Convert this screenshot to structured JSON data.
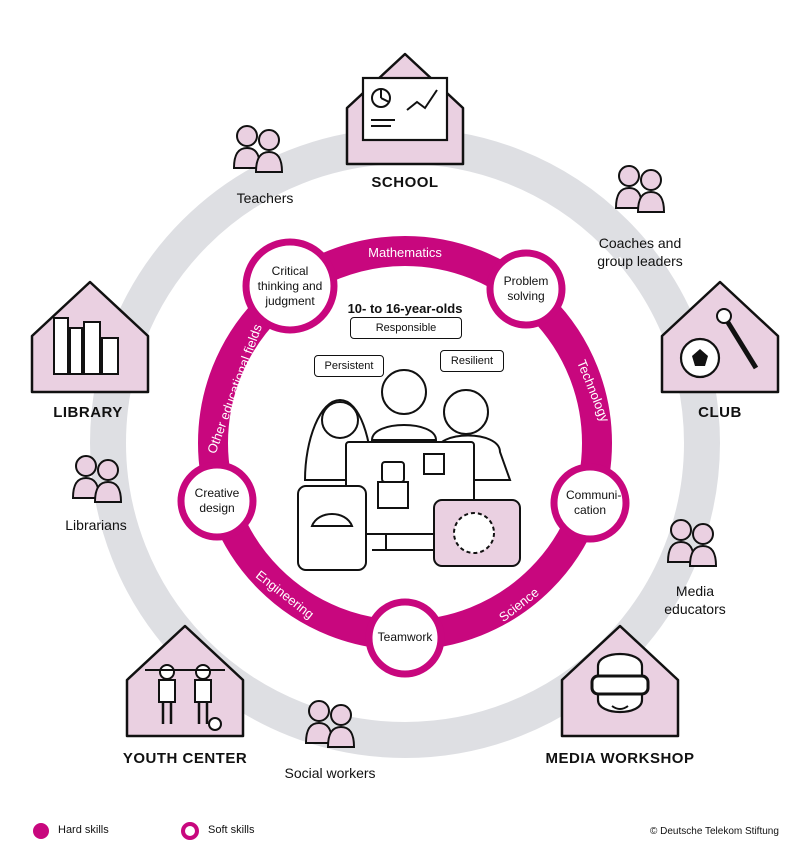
{
  "center_title": "10- to 16-year-olds",
  "traits": [
    "Responsible",
    "Persistent",
    "Resilient"
  ],
  "places": {
    "school": "SCHOOL",
    "library": "LIBRARY",
    "club": "CLUB",
    "youth_center": "YOUTH CENTER",
    "media_workshop": "MEDIA WORKSHOP"
  },
  "people": {
    "teachers": "Teachers",
    "coaches": "Coaches and group leaders",
    "librarians": "Librarians",
    "media_educators": "Media educators",
    "social_workers": "Social workers"
  },
  "hard_skills": {
    "mathematics": "Mathematics",
    "technology": "Technology",
    "science": "Science",
    "engineering": "Engineering",
    "other": "Other educational fields"
  },
  "soft_skills": {
    "critical": "Critical thinking and judgment",
    "problem": "Problem solving",
    "communication": "Communi- cation",
    "teamwork": "Teamwork",
    "creative": "Creative design"
  },
  "legend": {
    "hard": "Hard skills",
    "soft": "Soft skills"
  },
  "copyright": "© Deutsche Telekom Stiftung",
  "colors": {
    "magenta": "#c8077e",
    "pink_fill": "#ead0e1",
    "grey_ring": "#dedfe3",
    "ink": "#111111"
  }
}
